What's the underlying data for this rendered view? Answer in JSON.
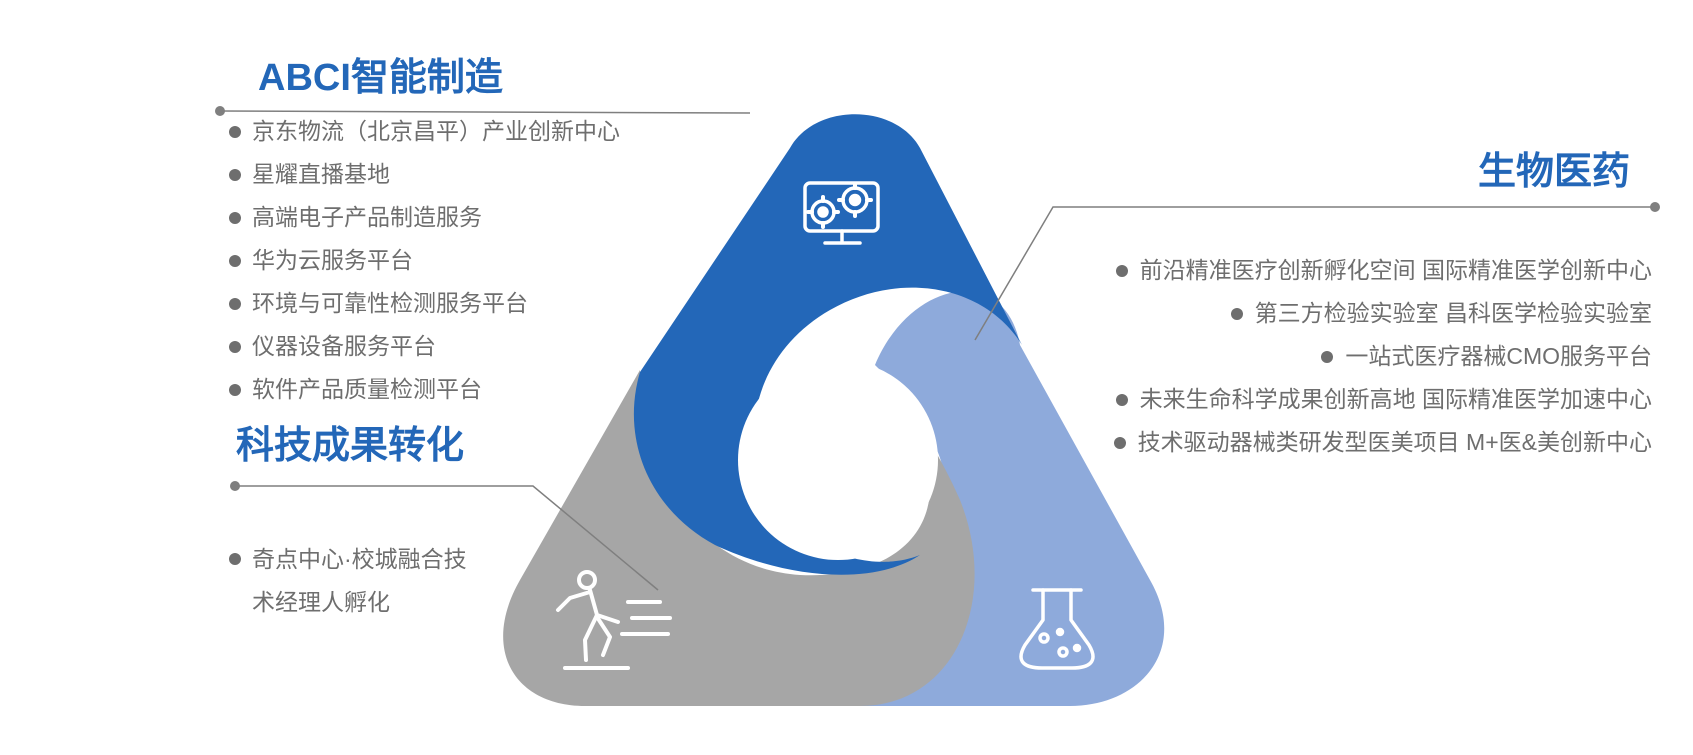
{
  "abci": {
    "title": "ABCI智能制造",
    "items": [
      "京东物流（北京昌平）产业创新中心",
      "星耀直播基地",
      "高端电子产品制造服务",
      "华为云服务平台",
      "环境与可靠性检测服务平台",
      "仪器设备服务平台",
      "软件产品质量检测平台"
    ]
  },
  "biomed": {
    "title": "生物医药",
    "items": [
      "前沿精准医疗创新孵化空间  国际精准医学创新中心",
      "第三方检验实验室  昌科医学检验实验室",
      "一站式医疗器械CMO服务平台",
      "未来生命科学成果创新高地  国际精准医学加速中心",
      "技术驱动器械类研发型医美项目  M+医&美创新中心"
    ]
  },
  "tech": {
    "title": "科技成果转化",
    "items_line1": "奇点中心·校城融合技",
    "items_line2": "术经理人孵化"
  },
  "colors": {
    "dark_blue": "#2367b8",
    "light_blue": "#8eaadb",
    "gray": "#a6a6a6",
    "text": "#6e6e6e",
    "line": "#7f7f7f"
  },
  "icons": [
    "computer-gears-icon",
    "running-person-icon",
    "flask-icon"
  ]
}
